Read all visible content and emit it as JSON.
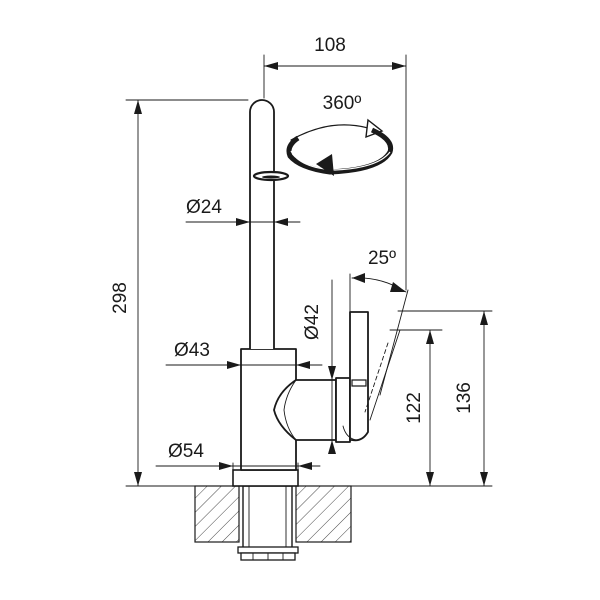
{
  "dimensions": {
    "width_top": "108",
    "rotation": "360º",
    "spout_diameter": "Ø24",
    "height_total": "298",
    "swing_angle": "25º",
    "lever_diameter": "Ø42",
    "body_diameter": "Ø43",
    "lever_height": "122",
    "lever_top_height": "136",
    "base_diameter": "Ø54"
  }
}
